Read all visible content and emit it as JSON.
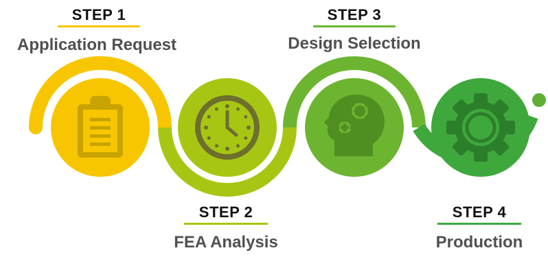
{
  "steps": [
    {
      "label": "STEP 1",
      "title": "Application Request",
      "icon": "clipboard-icon",
      "color": "#F7C600"
    },
    {
      "label": "STEP 2",
      "title": "FEA Analysis",
      "icon": "clock-icon",
      "color": "#A7C614"
    },
    {
      "label": "STEP 3",
      "title": "Design Selection",
      "icon": "head-gears-icon",
      "color": "#6DB531"
    },
    {
      "label": "STEP 4",
      "title": "Production",
      "icon": "gear-icon",
      "color": "#3EA83C"
    }
  ]
}
